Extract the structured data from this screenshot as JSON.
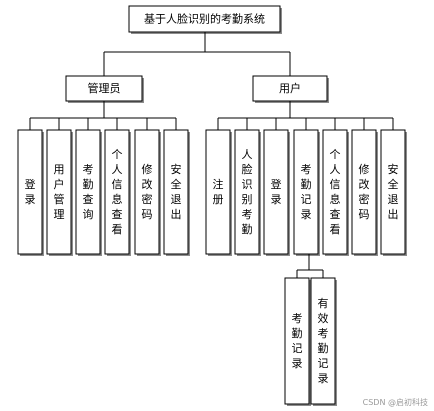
{
  "root": "基于人脸识别的考勤系统",
  "admin": {
    "label": "管理员",
    "children": [
      "登录",
      "用户管理",
      "考勤查询",
      "个人信息查看",
      "修改密码",
      "安全退出"
    ]
  },
  "user": {
    "label": "用户",
    "children": [
      "注册",
      "人脸识别考勤",
      "登录",
      "考勤记录",
      "个人信息查看",
      "修改密码",
      "安全退出"
    ]
  },
  "attendance_sub": [
    "考勤记录",
    "有效考勤记录"
  ],
  "watermark": "CSDN @启初科技"
}
